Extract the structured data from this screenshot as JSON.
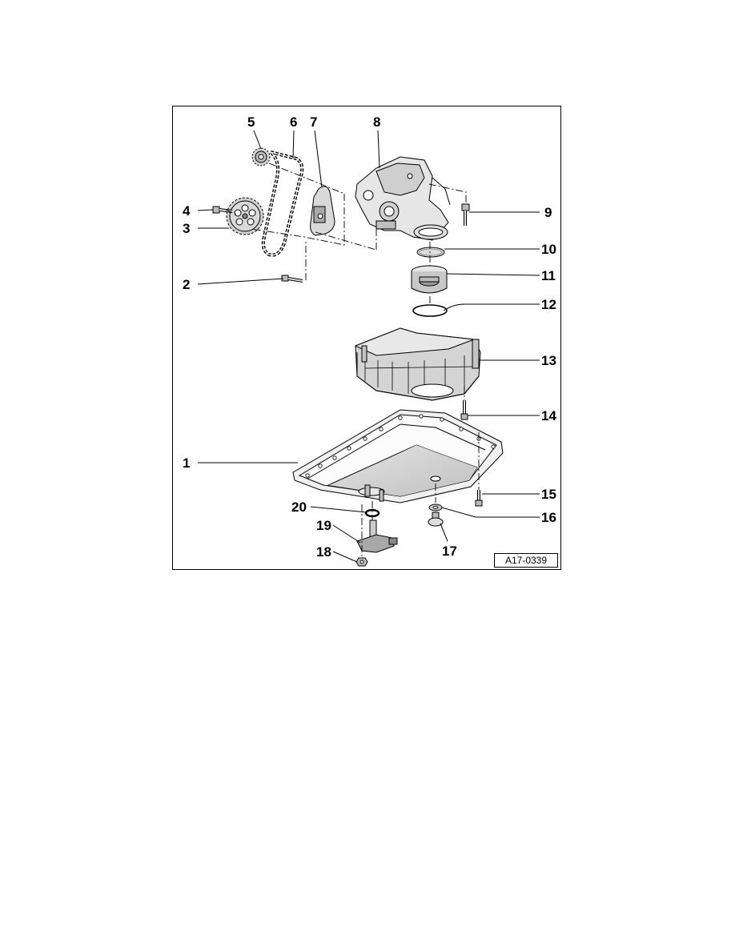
{
  "callouts": {
    "c1": "1",
    "c2": "2",
    "c3": "3",
    "c4": "4",
    "c5": "5",
    "c6": "6",
    "c7": "7",
    "c8": "8",
    "c9": "9",
    "c10": "10",
    "c11": "11",
    "c12": "12",
    "c13": "13",
    "c14": "14",
    "c15": "15",
    "c16": "16",
    "c17": "17",
    "c18": "18",
    "c19": "19",
    "c20": "20"
  },
  "figure_code": "A17-0339",
  "colors": {
    "line": "#000000",
    "part_fill": "#d9d9d9",
    "part_dark": "#a8a8a8",
    "background": "#ffffff"
  }
}
